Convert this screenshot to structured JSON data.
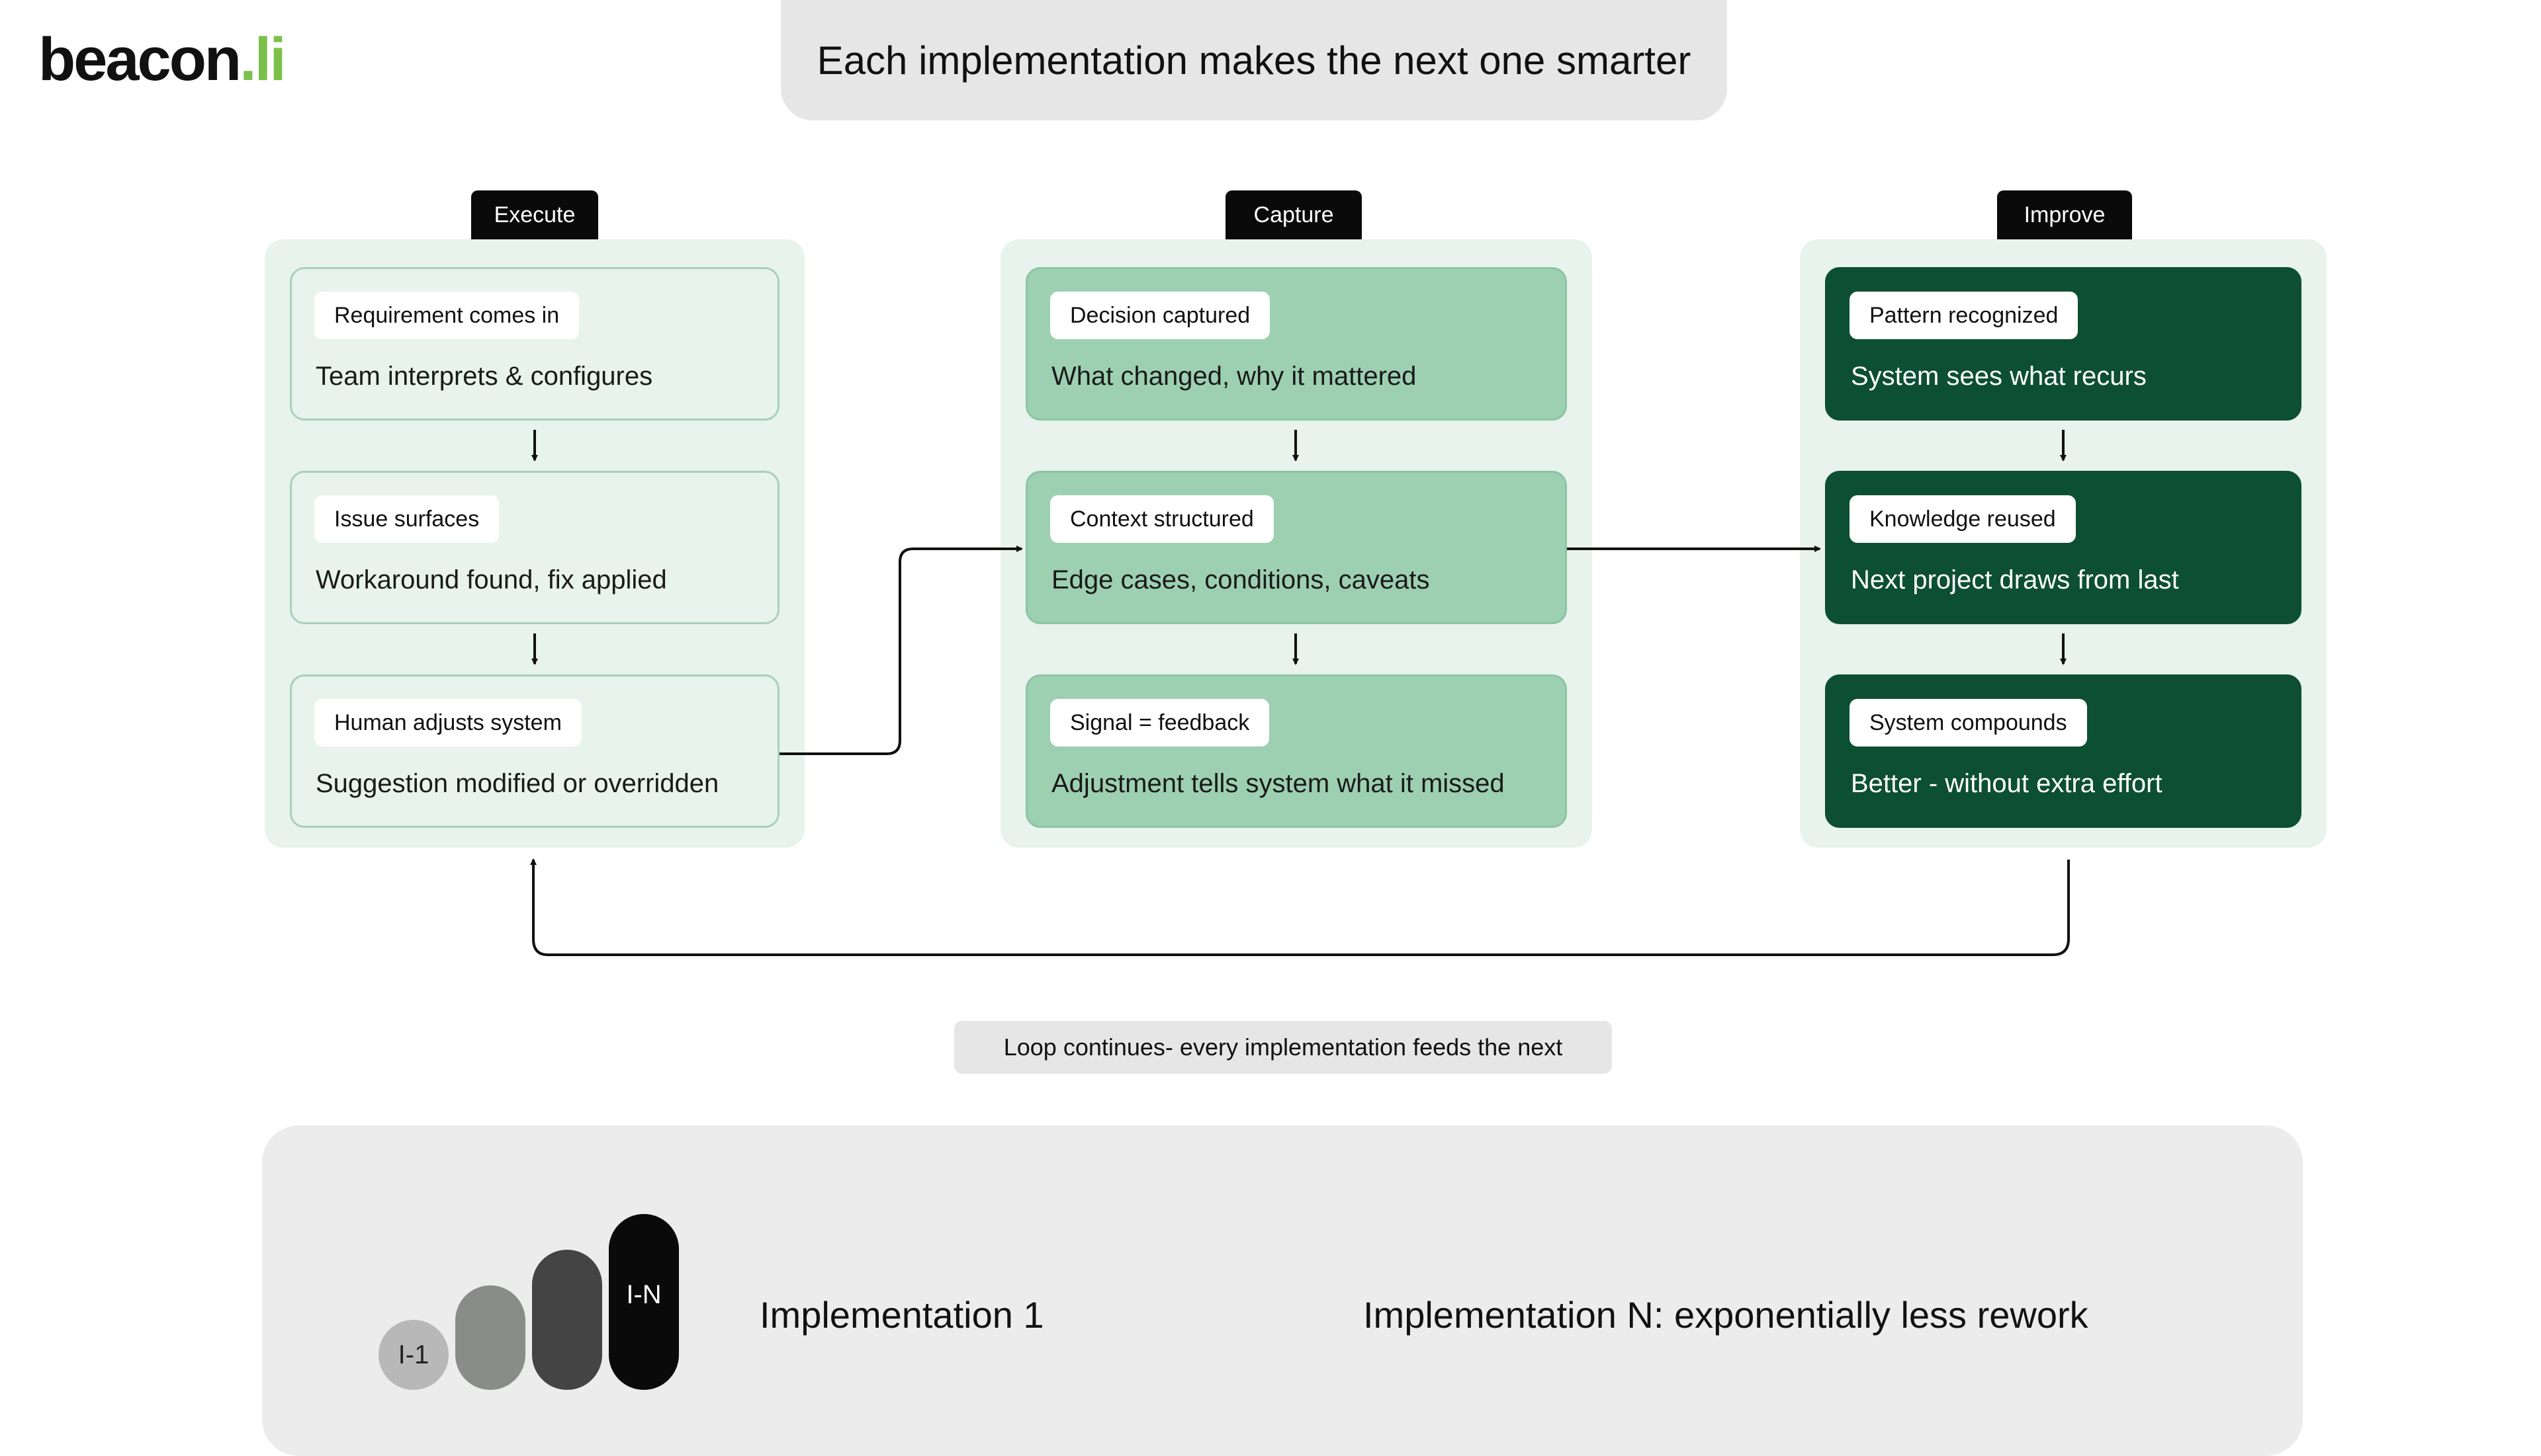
{
  "brand": {
    "logo_text": "beacon",
    "logo_suffix": ".li"
  },
  "title": "Each implementation makes the next one smarter",
  "columns": [
    {
      "tab": "Execute",
      "cards": [
        {
          "pill": "Requirement comes in",
          "text": "Team interprets & configures"
        },
        {
          "pill": "Issue surfaces",
          "text": "Workaround found, fix applied"
        },
        {
          "pill": "Human adjusts system",
          "text": "Suggestion modified or overridden"
        }
      ]
    },
    {
      "tab": "Capture",
      "cards": [
        {
          "pill": "Decision captured",
          "text": "What changed, why it mattered"
        },
        {
          "pill": "Context structured",
          "text": "Edge cases, conditions, caveats"
        },
        {
          "pill": "Signal = feedback",
          "text": "Adjustment tells system what it missed"
        }
      ]
    },
    {
      "tab": "Improve",
      "cards": [
        {
          "pill": "Pattern recognized",
          "text": "System sees what recurs"
        },
        {
          "pill": "Knowledge reused",
          "text": "Next project draws from last"
        },
        {
          "pill": "System compounds",
          "text": "Better - without extra effort"
        }
      ]
    }
  ],
  "loop_note": "Loop continues- every implementation feeds the next",
  "progression": {
    "bars": [
      "I-1",
      "",
      "",
      "I-N"
    ],
    "from": "Implementation 1",
    "to": "Implementation N: exponentially less rework"
  },
  "colors": {
    "light_card": "#e7f3ec",
    "mid_card": "#9dd0b1",
    "dark_card": "#0d4f33",
    "tab": "#0a0a0a",
    "logo_accent": "#7cc04b"
  }
}
